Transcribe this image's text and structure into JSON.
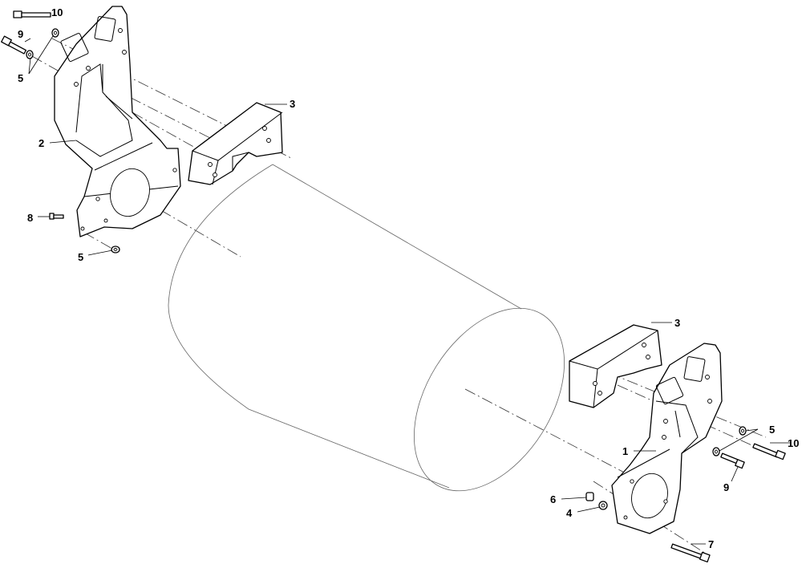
{
  "callouts": {
    "c1": "1",
    "c2": "2",
    "c3a": "3",
    "c3b": "3",
    "c4": "4",
    "c5a": "5",
    "c5b": "5",
    "c5c": "5",
    "c6": "6",
    "c7": "7",
    "c8": "8",
    "c9a": "9",
    "c9b": "9",
    "c10a": "10",
    "c10b": "10"
  }
}
